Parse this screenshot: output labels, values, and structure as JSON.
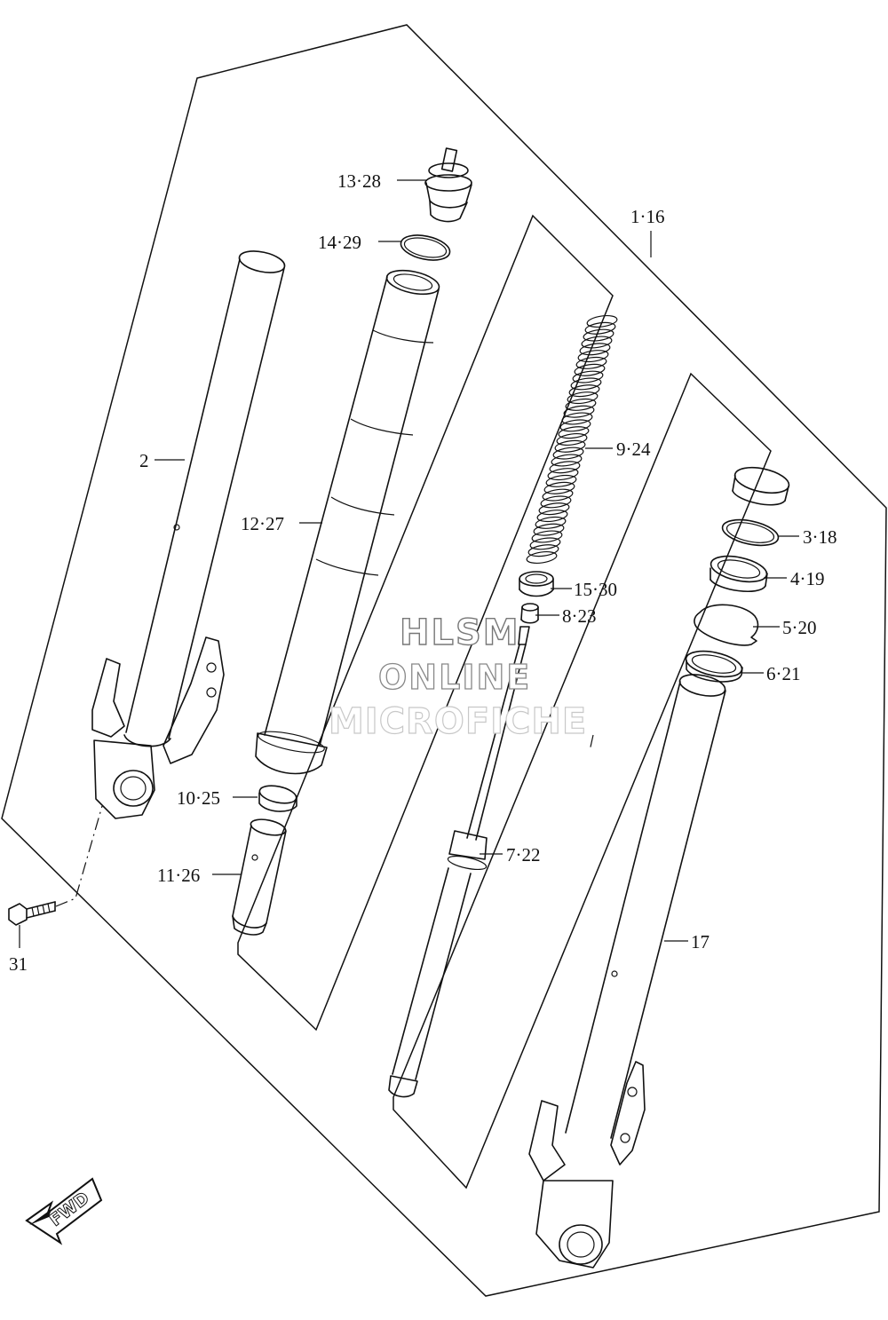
{
  "labels": {
    "p1_16": "1·16",
    "p2": "2",
    "p3_18": "3·18",
    "p4_19": "4·19",
    "p5_20": "5·20",
    "p6_21": "6·21",
    "p7_22": "7·22",
    "p8_23": "8·23",
    "p9_24": "9·24",
    "p10_25": "10·25",
    "p11_26": "11·26",
    "p12_27": "12·27",
    "p13_28": "13·28",
    "p14_29": "14·29",
    "p15_30": "15·30",
    "p17": "17",
    "p31": "31"
  },
  "watermark": {
    "line1": "HLSM",
    "line2": "ONLINE",
    "line3": "MICROFICHE"
  },
  "direction_badge": "FWD",
  "icons": [
    "fwd-arrow-icon"
  ]
}
